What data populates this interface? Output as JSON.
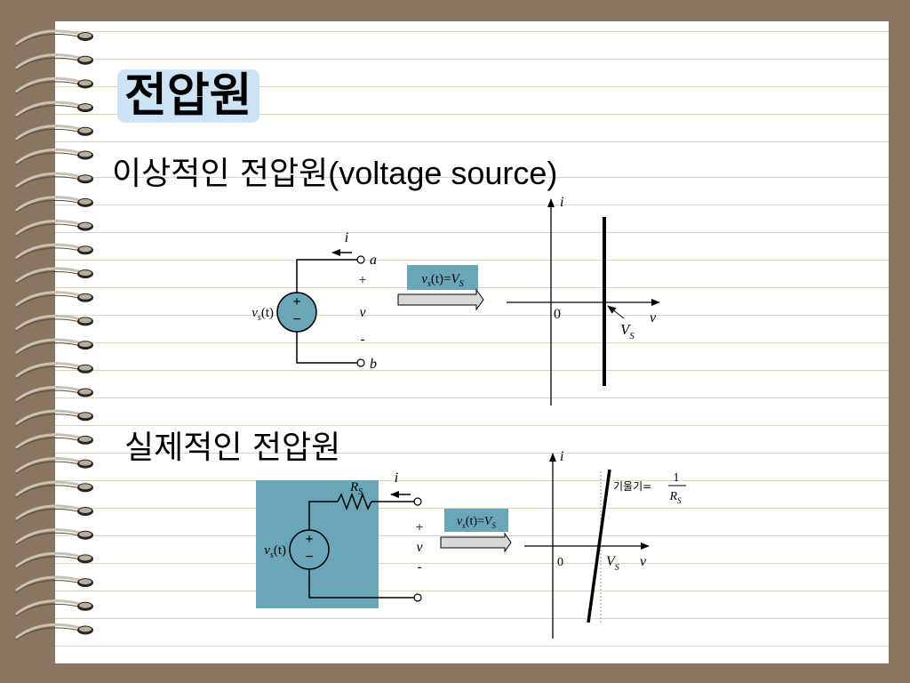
{
  "slide": {
    "title": "전압원",
    "section1_korean": "이상적인 전압원",
    "section1_english": "(voltage source)",
    "section2": "실제적인 전압원"
  },
  "ideal_circuit": {
    "current_label": "i",
    "terminal_a": "a",
    "terminal_b": "b",
    "plus": "+",
    "minus": "-",
    "voltage_label": "v",
    "source_plus": "+",
    "source_minus": "−",
    "source_name": "v",
    "source_sub": "s",
    "source_arg": "(t)",
    "equation": {
      "v": "v",
      "s": "s",
      "mid": "(t)=",
      "V": "V",
      "S": "S"
    }
  },
  "ideal_graph": {
    "y_axis": "i",
    "x_axis": "v",
    "origin": "0",
    "marker": "V",
    "marker_sub": "S"
  },
  "real_circuit": {
    "resistor": "R",
    "resistor_sub": "S",
    "current_label": "i",
    "plus": "+",
    "minus": "-",
    "voltage_label": "v",
    "source_plus": "+",
    "source_minus": "−",
    "source_name": "v",
    "source_sub": "s",
    "source_arg": "(t)",
    "equation": {
      "v": "v",
      "s": "s",
      "mid": "(t)=",
      "V": "V",
      "S": "S"
    }
  },
  "real_graph": {
    "y_axis": "i",
    "x_axis": "v",
    "origin": "0",
    "marker": "V",
    "marker_sub": "S",
    "slope_label": "기울기=",
    "slope_num": "1",
    "slope_den": "R",
    "slope_den_sub": "S"
  },
  "colors": {
    "frame": "#8a7560",
    "title_bg": "#cfe3f6",
    "source_fill": "#6aa5b8",
    "box_fill": "#6aa5b8",
    "eq_fill": "#6aa5b8"
  }
}
